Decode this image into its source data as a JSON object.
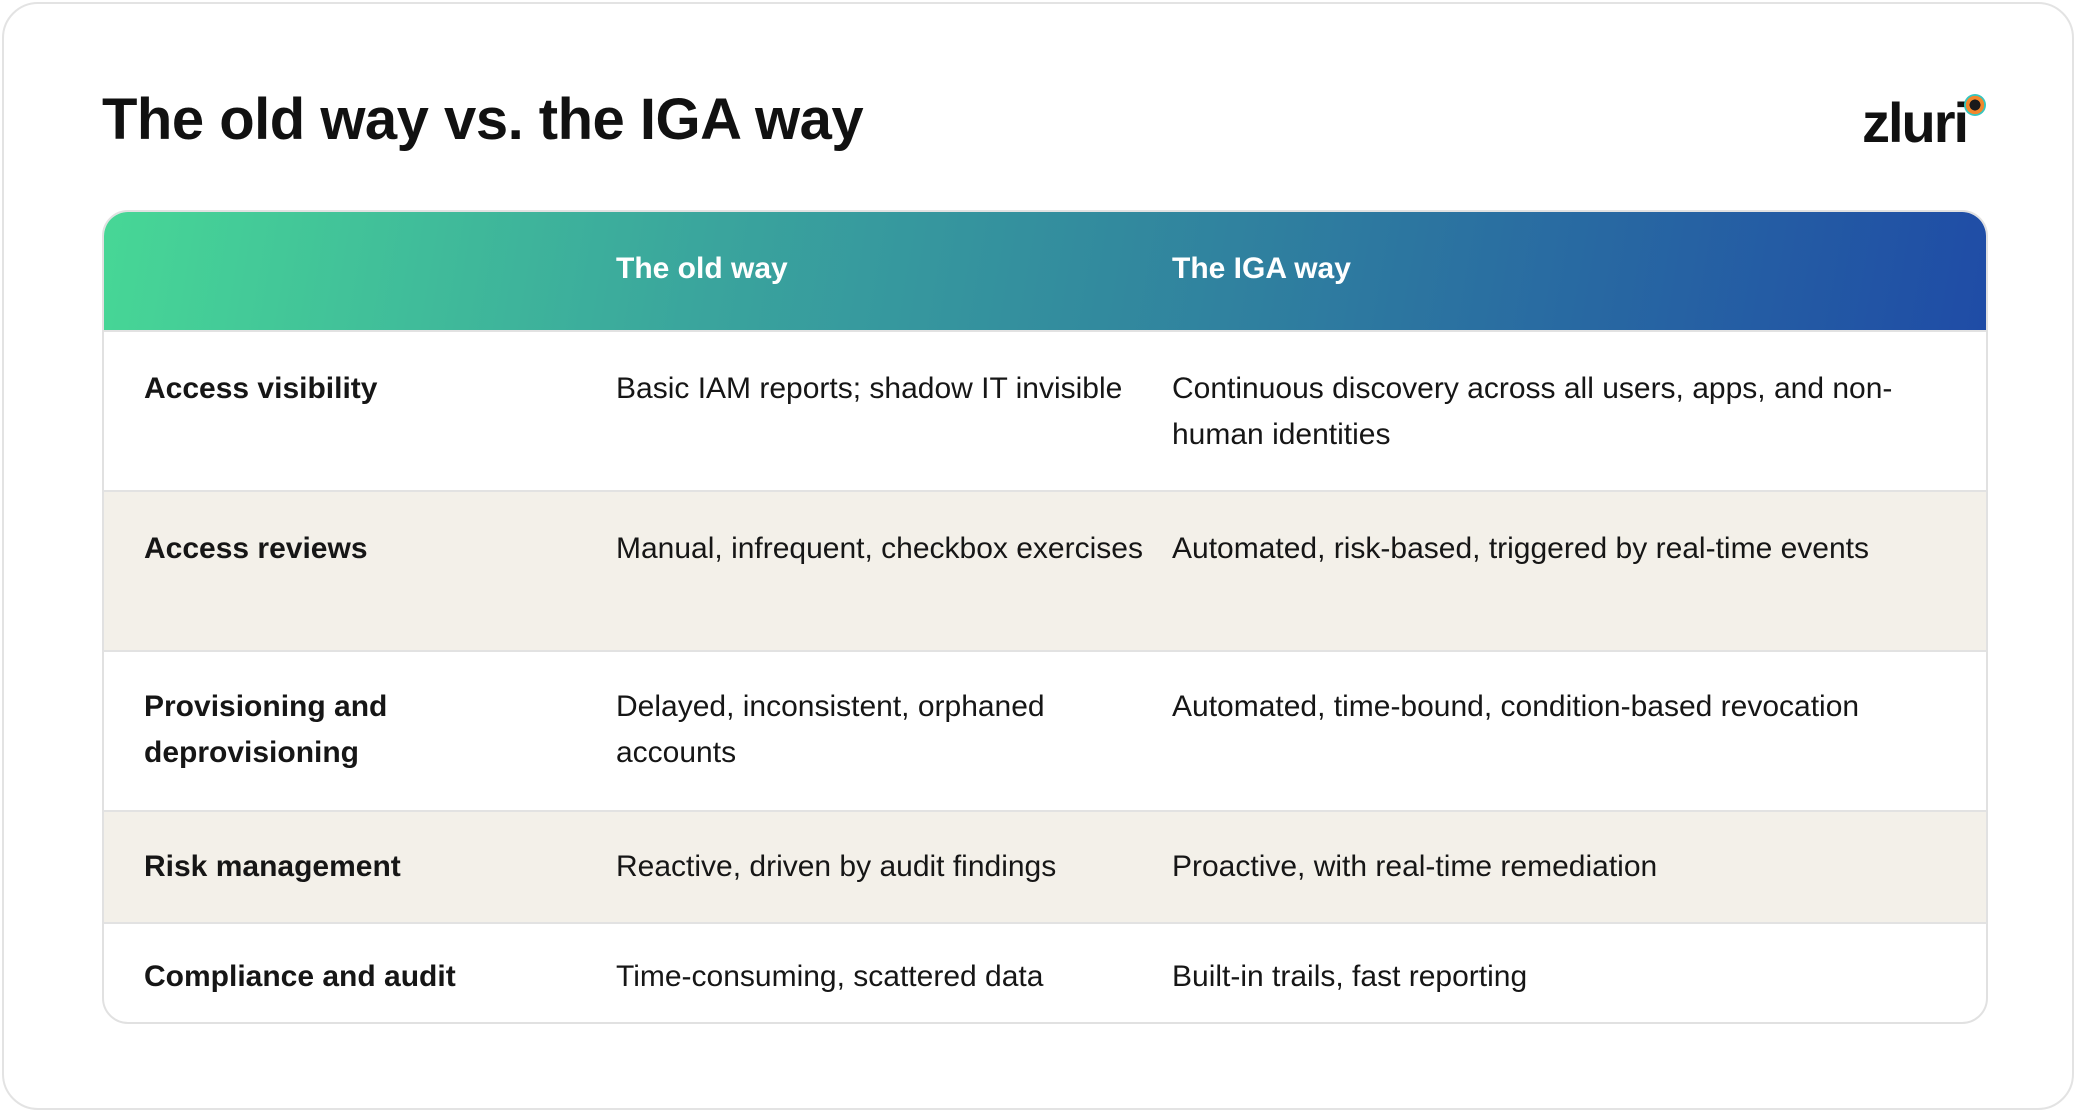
{
  "title": "The old way vs. the IGA way",
  "logo": {
    "text": "zluri",
    "icon": "zluri-dot-icon"
  },
  "colors": {
    "header_gradient_start": "#47d796",
    "header_gradient_end": "#1f4ca6",
    "alt_row_bg": "#f3f0e9",
    "text": "#111111"
  },
  "table": {
    "headers": [
      "",
      "The old way",
      "The IGA way"
    ],
    "rows": [
      {
        "label": "Access visibility",
        "old": "Basic IAM reports; shadow IT invisible",
        "iga": "Continuous discovery across all users, apps, and non-human identities"
      },
      {
        "label": "Access reviews",
        "old": "Manual, infrequent, checkbox exercises",
        "iga": "Automated, risk-based, triggered by real-time events"
      },
      {
        "label": "Provisioning and deprovisioning",
        "old": "Delayed, inconsistent, orphaned accounts",
        "iga": "Automated, time-bound, condition-based revocation"
      },
      {
        "label": "Risk management",
        "old": "Reactive, driven by audit findings",
        "iga": "Proactive, with real-time remediation"
      },
      {
        "label": "Compliance and audit",
        "old": "Time-consuming, scattered data",
        "iga": "Built-in trails, fast reporting"
      }
    ]
  }
}
